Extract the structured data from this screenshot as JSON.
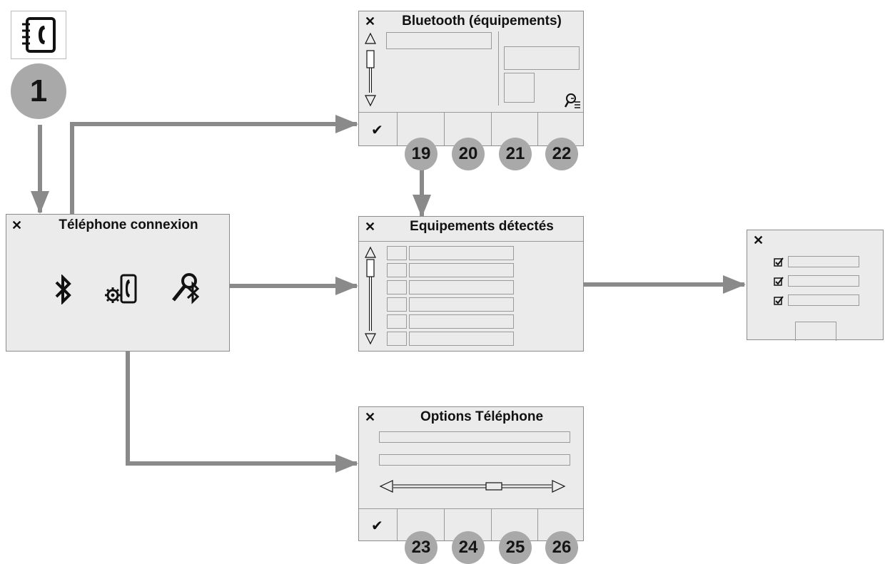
{
  "phone_badge": "1",
  "panels": {
    "connexion": {
      "close": "✕",
      "title": "Téléphone connexion"
    },
    "bluetooth": {
      "close": "✕",
      "title": "Bluetooth (équipements)",
      "ok": "✔"
    },
    "detected": {
      "close": "✕",
      "title": "Equipements détectés"
    },
    "options": {
      "close": "✕",
      "title": "Options Téléphone",
      "ok": "✔"
    },
    "checks": {
      "close": "✕"
    }
  },
  "badges": {
    "b19": "19",
    "b20": "20",
    "b21": "21",
    "b22": "22",
    "b23": "23",
    "b24": "24",
    "b25": "25",
    "b26": "26"
  },
  "colors": {
    "panel": "#ebebeb",
    "badge": "#a9a9a9",
    "arrow": "#8a8a8a"
  },
  "icons": [
    "phone-book-icon",
    "bluetooth-icon",
    "phone-settings-icon",
    "bluetooth-search-icon",
    "search-list-icon",
    "checkbox-icon"
  ]
}
